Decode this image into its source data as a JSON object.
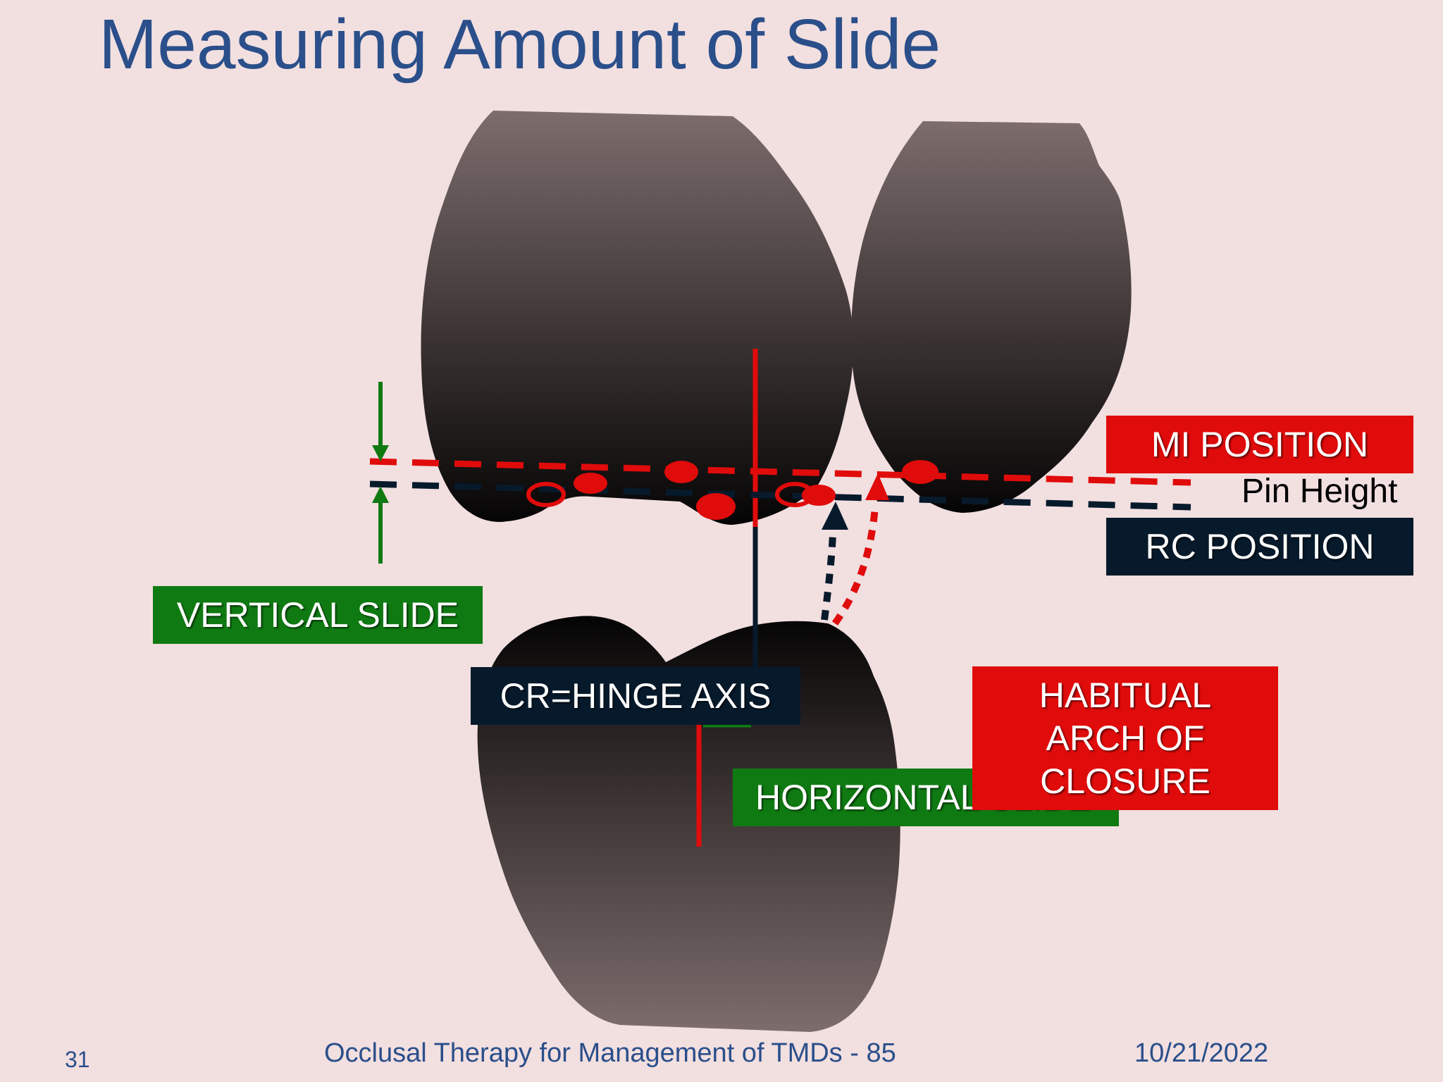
{
  "slide": {
    "title": "Measuring Amount of Slide",
    "labels": {
      "mi_position": "MI POSITION",
      "pin_height": "Pin Height",
      "rc_position": "RC POSITION",
      "vertical_slide": "VERTICAL SLIDE",
      "cr_hinge_axis": "CR=HINGE AXIS",
      "horizontal_slide": "HORIZONTAL SLIDE",
      "habitual_arch": "HABITUAL\nARCH OF\nCLOSURE"
    },
    "footer": {
      "page_number": "31",
      "course": "Occlusal Therapy for Management of TMDs - 85",
      "date": "10/21/2022"
    }
  },
  "colors": {
    "background": "#f2dfe0",
    "title": "#2a4f8a",
    "mi_red": "#e00b0b",
    "rc_navy": "#071a2c",
    "slide_green": "#0f7a12"
  }
}
